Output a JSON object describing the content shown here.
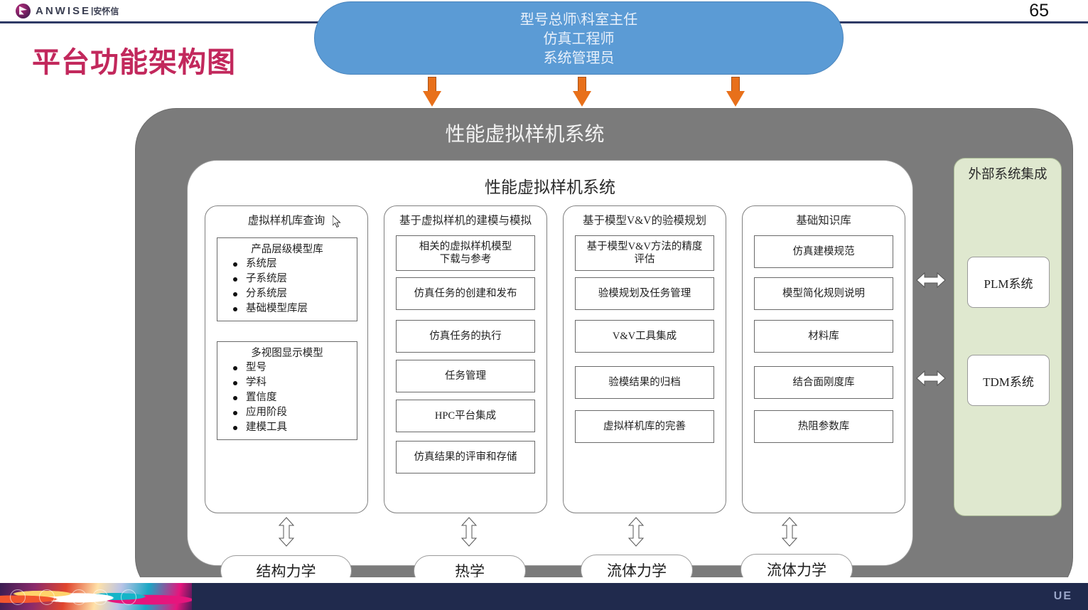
{
  "header": {
    "logo_text": "ANWISE",
    "logo_divider": "|",
    "logo_cn": "安怀信",
    "page_number": "65"
  },
  "slide": {
    "title": "平台功能架构图"
  },
  "roles_pill": {
    "lines": [
      "型号总师\\科室主任",
      "仿真工程师",
      "系统管理员"
    ],
    "fill_color": "#5B9BD5"
  },
  "gray_container": {
    "title": "性能虚拟样机系统",
    "fill_color": "#7B7B7B"
  },
  "white_panel": {
    "title": "性能虚拟样机系统"
  },
  "columns": [
    {
      "title": "虚拟样机库查询",
      "groups": [
        {
          "head": "产品层级模型库",
          "items": [
            "系统层",
            "子系统层",
            "分系统层",
            "基础模型库层"
          ]
        },
        {
          "head": "多视图显示模型",
          "items": [
            "型号",
            "学科",
            "置信度",
            "应用阶段",
            "建模工具"
          ]
        }
      ]
    },
    {
      "title": "基于虚拟样机的建模与模拟",
      "cells": [
        "相关的虚拟样机模型\n下载与参考",
        "仿真任务的创建和发布",
        "仿真任务的执行",
        "任务管理",
        "HPC平台集成",
        "仿真结果的评审和存储"
      ]
    },
    {
      "title": "基于模型V&V的验模规划",
      "cells": [
        "基于模型V&V方法的精度\n评估",
        "验模规划及任务管理",
        "V&V工具集成",
        "验模结果的归档",
        "虚拟样机库的完善"
      ]
    },
    {
      "title": "基础知识库",
      "cells": [
        "仿真建模规范",
        "模型简化规则说明",
        "材料库",
        "结合面刚度库",
        "热阻参数库"
      ]
    }
  ],
  "external_panel": {
    "title": "外部系统集成",
    "fill_color": "#DFE8CF",
    "systems": [
      "PLM系统",
      "TDM系统"
    ]
  },
  "disciplines": [
    "结构力学",
    "热学",
    "流体力学",
    "流体力学"
  ],
  "arrows": {
    "down_color": "#E8701A",
    "down_count": 3,
    "vertical_double_count": 4,
    "horizontal_double_count": 2
  },
  "taskbar": {
    "right_label": "UE"
  }
}
